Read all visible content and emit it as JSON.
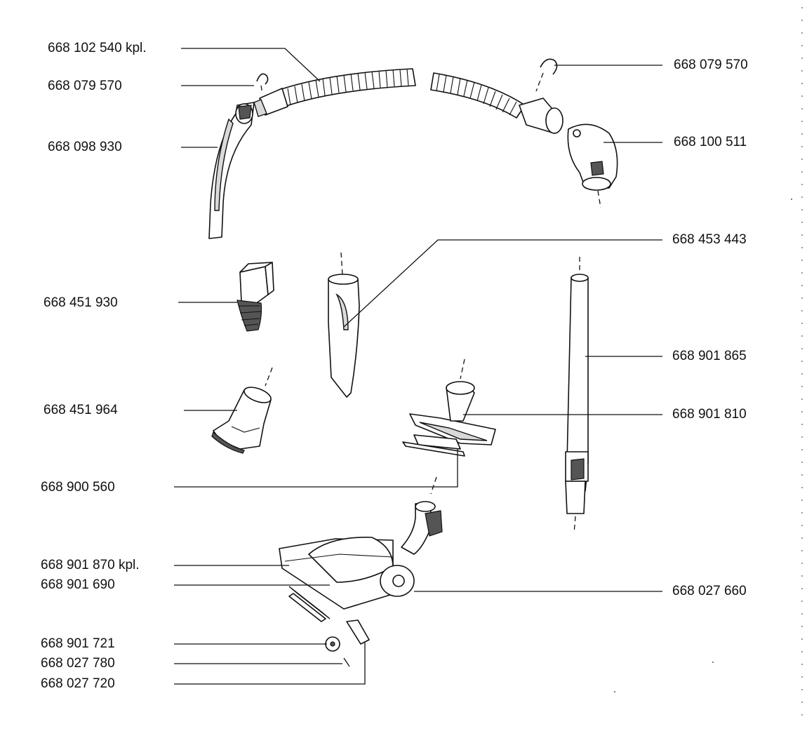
{
  "labels": {
    "hose_complete": "668 102 540 kpl.",
    "hose_clip_left": "668 079 570",
    "hand_grip": "668 098 930",
    "upholstery_brush": "668 451 930",
    "dusting_brush": "668 451 964",
    "base_plate": "668 900 560",
    "floor_nozzle_complete": "668 901 870 kpl.",
    "nozzle_housing": "668 901 690",
    "washer": "668 901 721",
    "pin": "668 027 780",
    "strip": "668 027 720",
    "hose_clip_right": "668 079 570",
    "hose_connector": "668 100 511",
    "crevice_tool": "668 453 443",
    "telescopic_tube": "668 901 865",
    "small_floor_nozzle": "668 901 810",
    "wheel": "668 027 660"
  },
  "colors": {
    "line": "#111111",
    "fill": "#ffffff",
    "shade": "#d9d9d9"
  }
}
